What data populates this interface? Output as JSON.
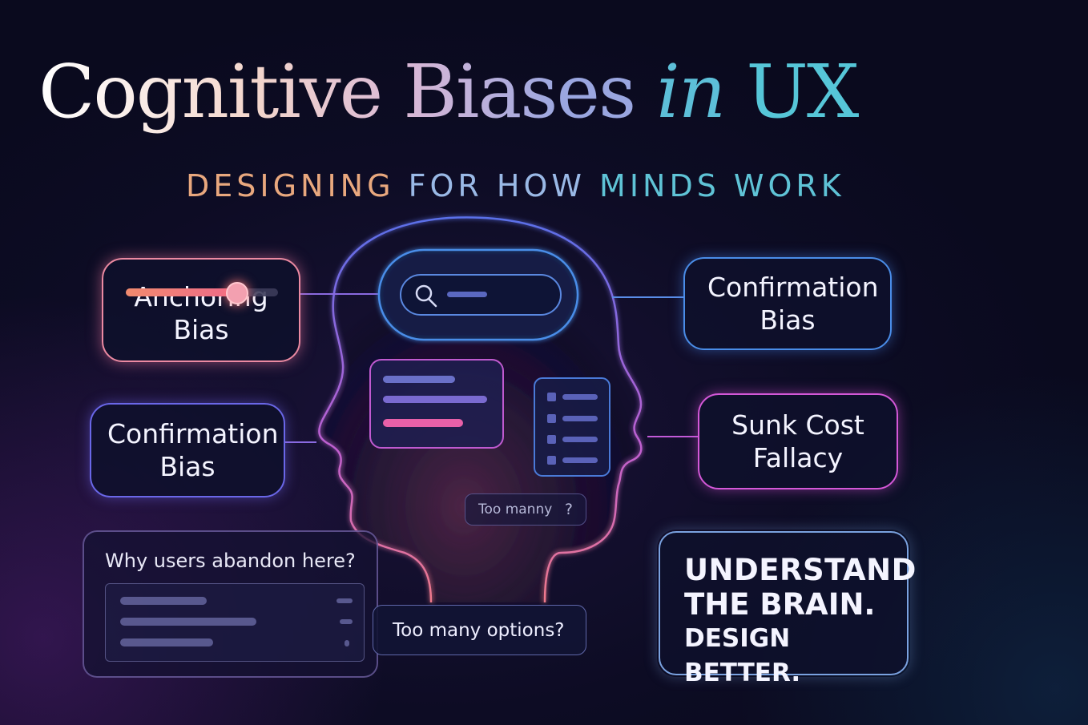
{
  "title": {
    "part1": "Cognitive Biases ",
    "part2": "in",
    "part3": " UX"
  },
  "subtitle": {
    "part1": "DESIGNING ",
    "part2": "FOR HOW ",
    "part3": "MINDS WORK"
  },
  "bias_boxes": {
    "anchoring": "Anchoring Bias",
    "confirmation_right": "Confirmation Bias",
    "confirmation_left": "Confirmation Bias",
    "sunk_cost": "Sunk Cost Fallacy"
  },
  "anchoring_slider": {
    "value": 0.72
  },
  "cta": {
    "line1": "UNDERSTAND",
    "line2": "THE BRAIN.",
    "line3": "DESIGN BETTER."
  },
  "why_panel": {
    "question": "Why users abandon here?"
  },
  "tags": {
    "too_many_short": "Too manny",
    "question_mark": "?",
    "too_many_options": "Too many options?"
  },
  "colors": {
    "pink": "#ec8aa2",
    "blue": "#4a8de8",
    "violet": "#6a67e8",
    "magenta": "#d458d8",
    "cyan": "#5fc3d6"
  }
}
